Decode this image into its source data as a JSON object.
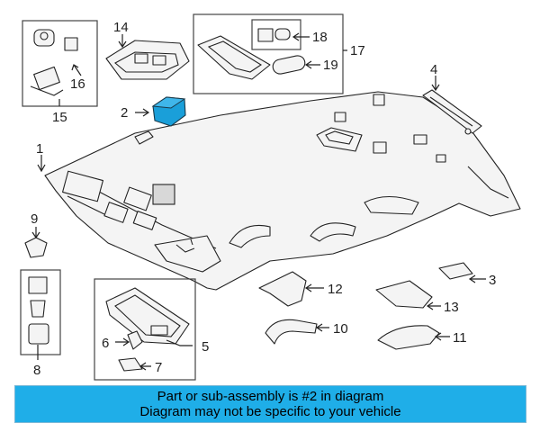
{
  "colors": {
    "highlight": "#1a9fd9",
    "banner_bg": "#1faee8",
    "line": "#222222",
    "part_fill": "#f4f4f4"
  },
  "callouts": {
    "c1": "1",
    "c2": "2",
    "c3": "3",
    "c4": "4",
    "c5": "5",
    "c6": "6",
    "c7": "7",
    "c8": "8",
    "c9": "9",
    "c10": "10",
    "c11": "11",
    "c12": "12",
    "c13": "13",
    "c14": "14",
    "c15": "15",
    "c16": "16",
    "c17": "17",
    "c18": "18",
    "c19": "19"
  },
  "banner": {
    "line1": "Part or sub-assembly is #2 in diagram",
    "line2": "Diagram may not be specific to your vehicle"
  }
}
